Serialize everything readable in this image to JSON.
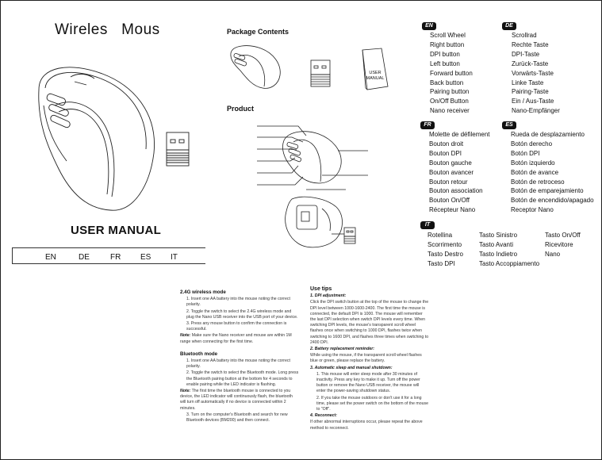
{
  "cover": {
    "title": "Wireles   Mous",
    "manual_title": "USER MANUAL",
    "languages": [
      "EN",
      "DE",
      "FR",
      "ES",
      "IT"
    ]
  },
  "package": {
    "heading": "Package Contents",
    "manual_label_1": "USER",
    "manual_label_2": "MANUAL",
    "product_heading": "Product"
  },
  "lists": {
    "en": {
      "badge": "EN",
      "items": [
        "Scroll Wheel",
        "Right button",
        "DPI button",
        "Left button",
        "Forward button",
        "Back button",
        "Pairing button",
        "On/Off Button",
        "Nano receiver"
      ]
    },
    "de": {
      "badge": "DE",
      "items": [
        "Scrollrad",
        "Rechte Taste",
        "DPI-Taste",
        "Zurück-Taste",
        "Vorwärts-Taste",
        "Linke Taste",
        "Pairing-Taste",
        "Ein / Aus-Taste",
        "Nano-Empfänger"
      ]
    },
    "fr": {
      "badge": "FR",
      "items": [
        "Molette de défilement",
        "Bouton droit",
        "Bouton DPI",
        "Bouton gauche",
        "Bouton avancer",
        "Bouton retour",
        "Bouton association",
        "Bouton On/Off",
        "Récepteur Nano"
      ]
    },
    "es": {
      "badge": "ES",
      "items": [
        "Rueda de desplazamiento",
        "Botón derecho",
        "Botón DPI",
        "Botón izquierdo",
        "Botón de avance",
        "Botón de retroceso",
        "Botón de emparejamiento",
        "Botón de encendido/apagado",
        "Receptor Nano"
      ]
    },
    "it": {
      "badge": "IT",
      "col1": [
        "Rotellina",
        "Scorrimento",
        "Tasto Destro",
        "Tasto DPI"
      ],
      "col2": [
        "Tasto Sinistro",
        "Tasto Avanti",
        "Tasto Indietro",
        "Tasto Accoppiamento"
      ],
      "col3": [
        "Tasto On/Off",
        "Ricevitore",
        "Nano"
      ]
    }
  },
  "instructions": {
    "wireless_h": "2.4G wireless mode",
    "wireless": [
      "1. Insert one AA battery into the mouse noting the correct polarity.",
      "2. Toggle the switch to select the 2.4G wireless mode and plug the Nano USB receiver into the USB port of your device.",
      "3. Press any mouse button to confirm the connection is successful."
    ],
    "wireless_note_label": "Note:",
    "wireless_note": "Make sure the Nano receiver and mouse are within 1M range when connecting for the first time.",
    "bt_h": "Bluetooth mode",
    "bt": [
      "1. Insert one AA battery into the mouse noting the correct polarity.",
      "2. Toggle the switch to select the Bluetooth mode. Long press the Bluetooth pairing button at the bottom for 4 seconds to enable pairing while the LED indicator is flashing."
    ],
    "bt_note_label": "Note:",
    "bt_note": "The first time the bluetooth mouse is connected to you device, the LED indicator will continuously flash, the bluetooth will turn off automatically if no device is connected within 2 minutes.",
    "bt_3": "3. Turn on the computer's Bluetooth and search for new Bluetooth devices (BM200) and then connect."
  },
  "tips": {
    "h": "Use tips",
    "dpi_h": "1. DPI adjustment:",
    "dpi": "Click the DPI switch button at the top of the mouse to change the DPI level between 1000-1600-2400. The first time the mouse is connected, the default DPI is 1000. The mouse will remember the last DPI selection when switch DPI levels every time. When switching DPI levels, the mouse's transparent scroll wheel flashes once when switching to 1000 DPI, flashes twice when switching to 1600 DPI, and flashes three times when switching to 2400 DPI.",
    "batt_h": "2. Battery replacement reminder:",
    "batt": "While using the mouse, if the transparent scroll wheel flashes blue or green, please replace the battery.",
    "sleep_h": "3. Automatic sleep and manual shutdown:",
    "sleep_1": "1. This mouse will enter sleep mode after 30 minutes of inactivity. Press any key to make it up. Turn off the power button or remove the Nano USB receiver, the mouse will enter the power-saving shutdown status.",
    "sleep_2": "2. If you take the mouse outdoors or don't use it for a long time, please set the power switch on the bottom of the mouse to \"Off\".",
    "reconnect_h": "4. Reconnect:",
    "reconnect": "If other abnormal interruptions occur, please repeat the above method to reconnect."
  }
}
